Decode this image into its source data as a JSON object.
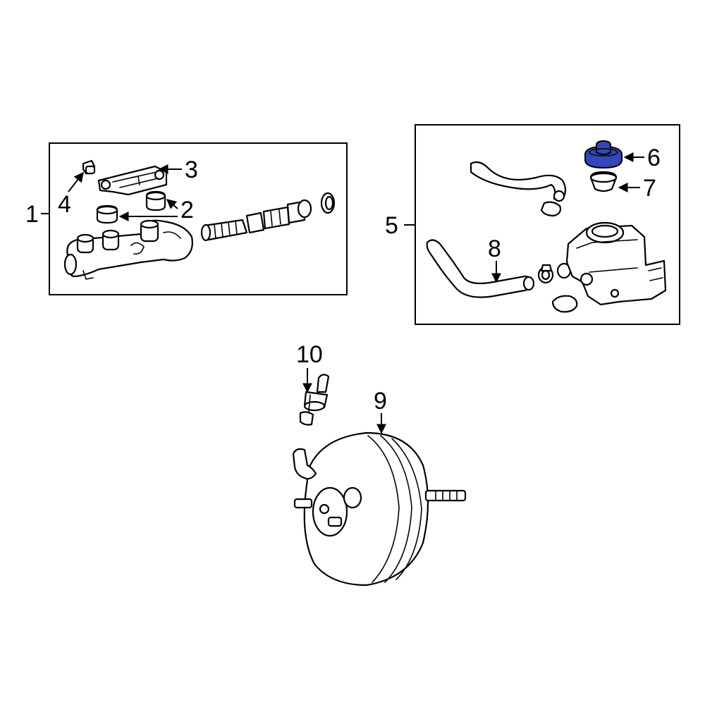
{
  "callouts": {
    "c1": "1",
    "c2": "2",
    "c3": "3",
    "c4": "4",
    "c5": "5",
    "c6": "6",
    "c7": "7",
    "c8": "8",
    "c9": "9",
    "c10": "10"
  },
  "colors": {
    "highlight": "#3347b8",
    "line": "#000000",
    "background": "#ffffff"
  }
}
